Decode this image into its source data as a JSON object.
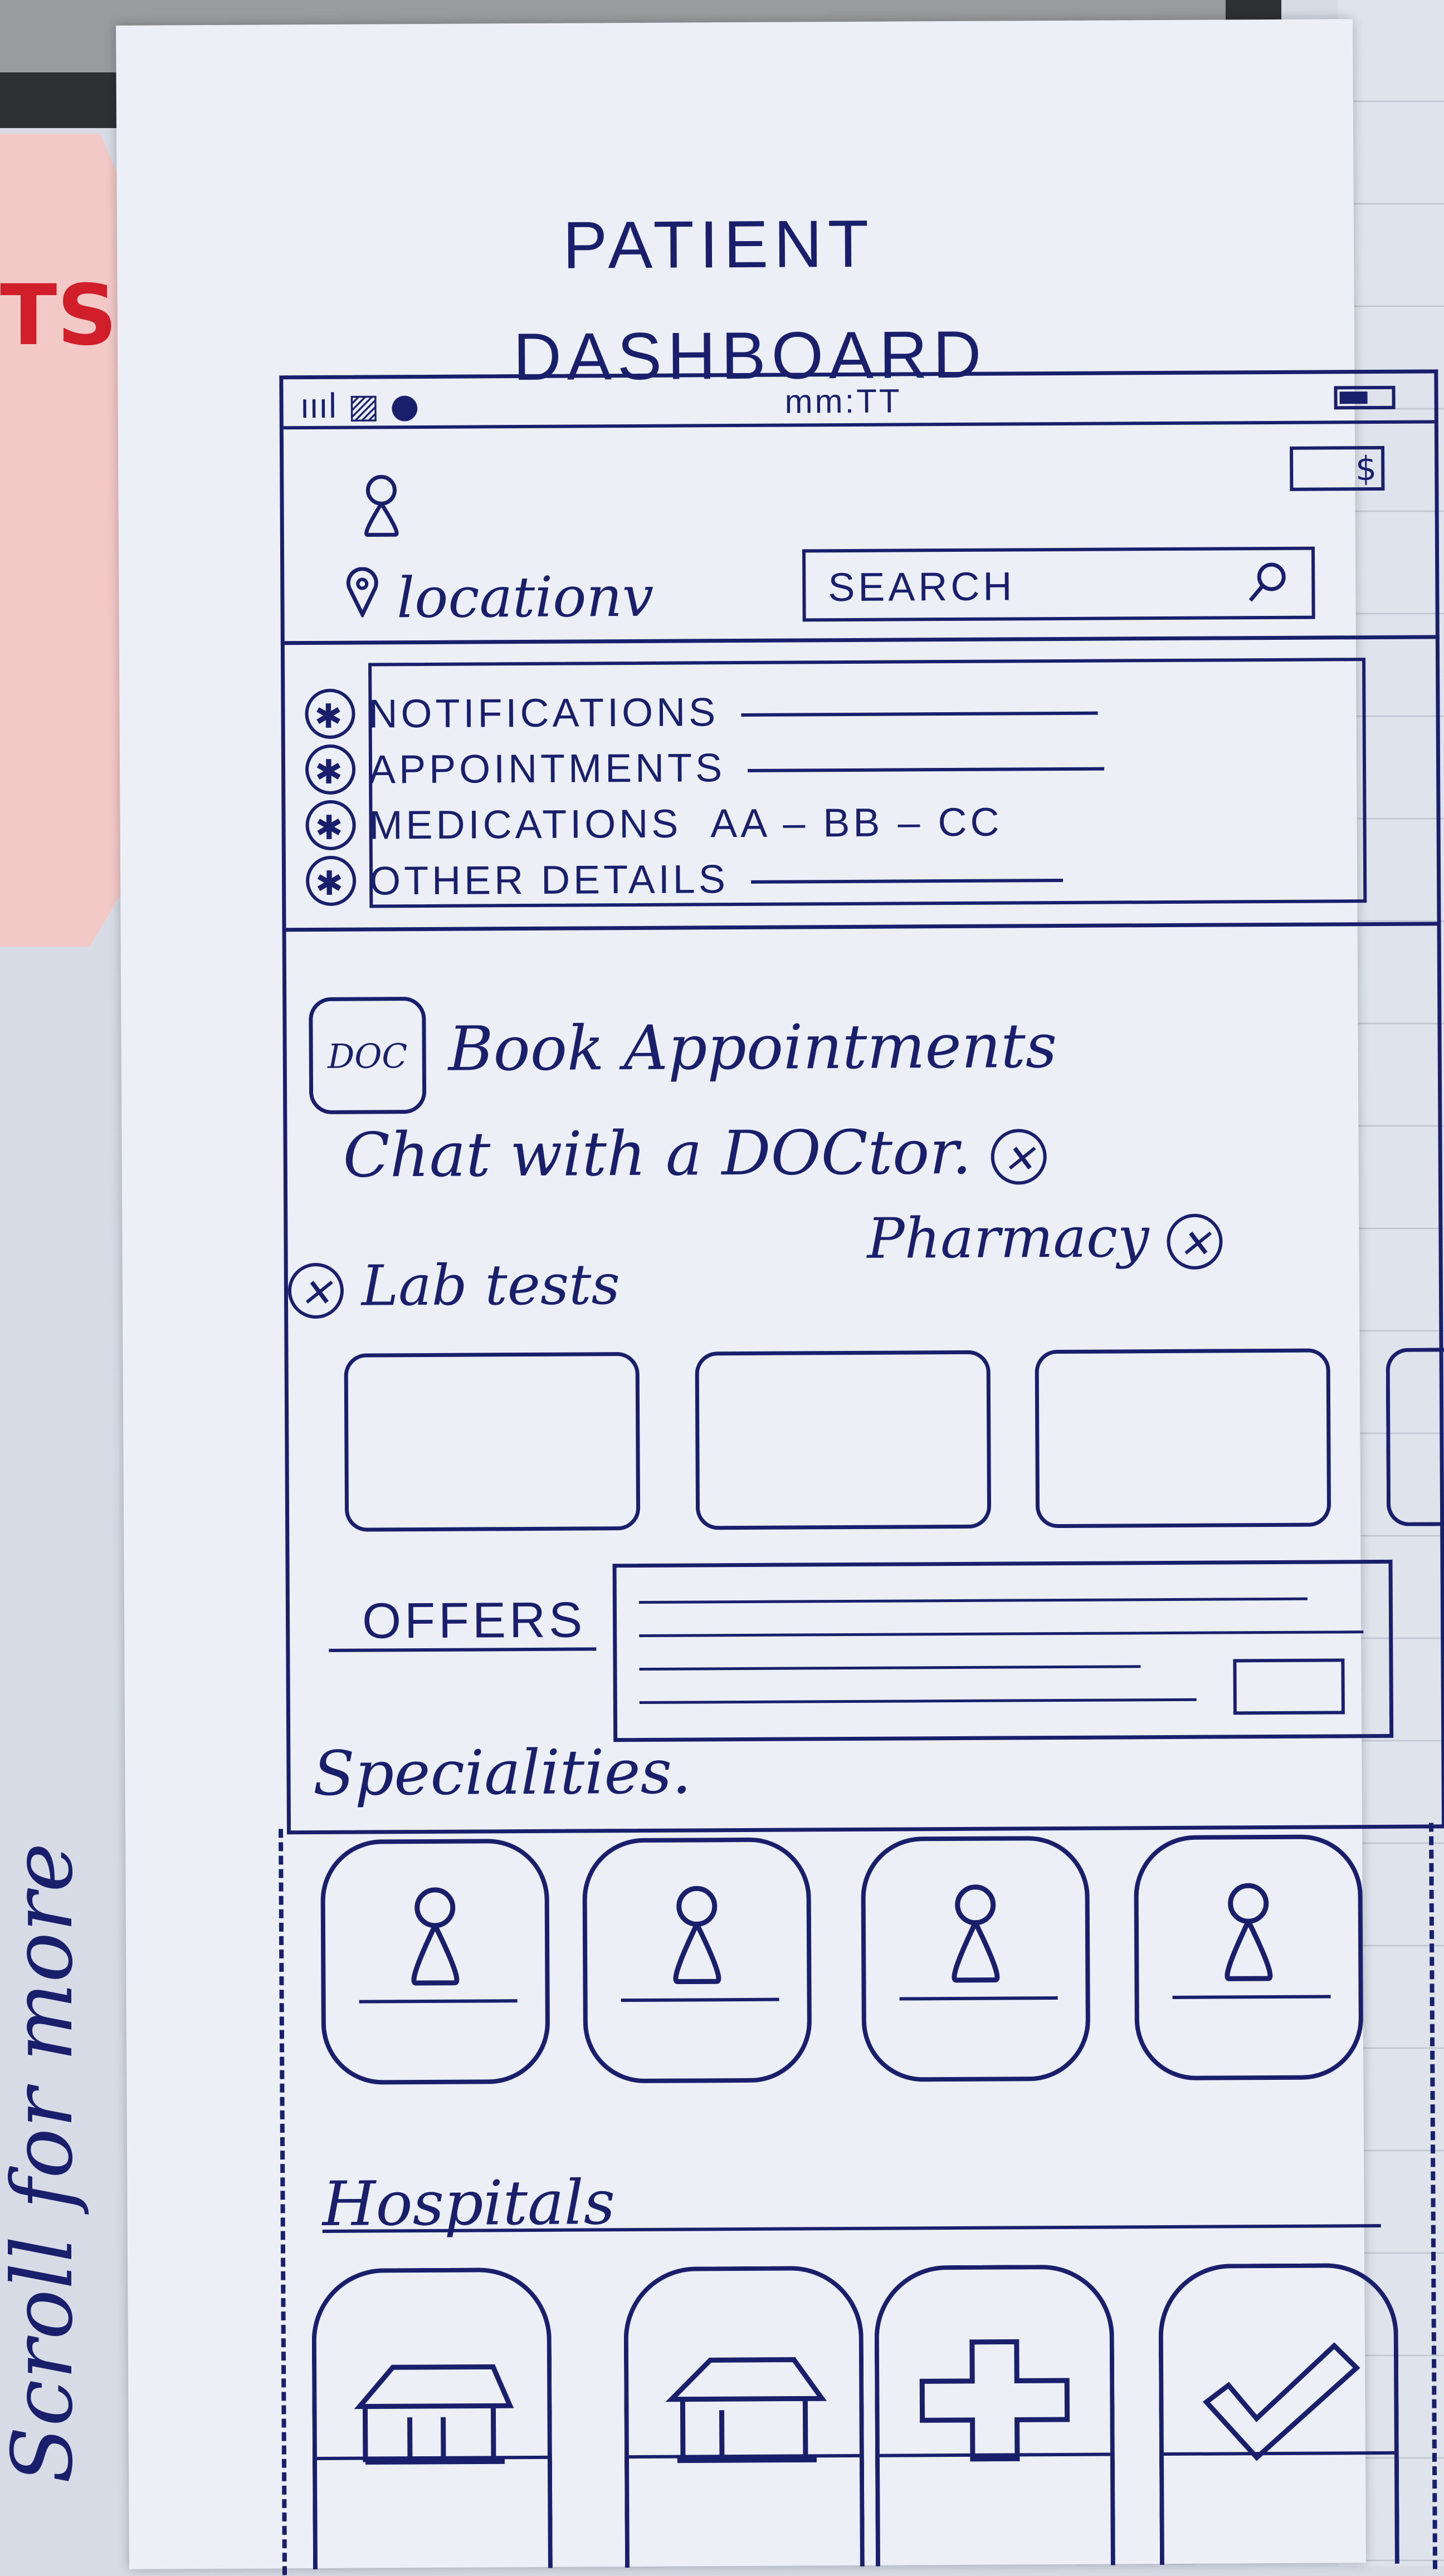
{
  "page": {
    "title_line1": "PATIENT",
    "title_line2": "DASHBOARD"
  },
  "background": {
    "pink_note_text": "TS"
  },
  "statusbar": {
    "left_glyphs": "ıııl ▨ ●",
    "time": "mm:TT"
  },
  "header": {
    "profile_icon": "person-icon",
    "wallet_icon": "wallet-icon",
    "wallet_glyph": "$",
    "location_label": "location",
    "location_chevron": "v",
    "search_placeholder": "SEARCH"
  },
  "summary": {
    "rows": [
      {
        "label": "NOTIFICATIONS",
        "value": ""
      },
      {
        "label": "APPOINTMENTS",
        "value": ""
      },
      {
        "label": "MEDICATIONS",
        "value": "AA – BB – CC"
      },
      {
        "label": "OTHER DETAILS",
        "value": ""
      }
    ]
  },
  "services": {
    "doc_badge": "DOC",
    "book": "Book Appointments",
    "chat": "Chat with a DOCtor.",
    "pharmacy": "Pharmacy",
    "lab": "Lab tests"
  },
  "offers": {
    "label": "OFFERS"
  },
  "specialities": {
    "label": "Specialities."
  },
  "hospitals": {
    "label": "Hospitals"
  },
  "annotations": {
    "scroll_note": "Scroll for more"
  },
  "colors": {
    "ink": "#1a1f6b",
    "paper": "#ecf0f6",
    "note_pink": "#f3c9c8",
    "note_red": "#d01f2a"
  }
}
